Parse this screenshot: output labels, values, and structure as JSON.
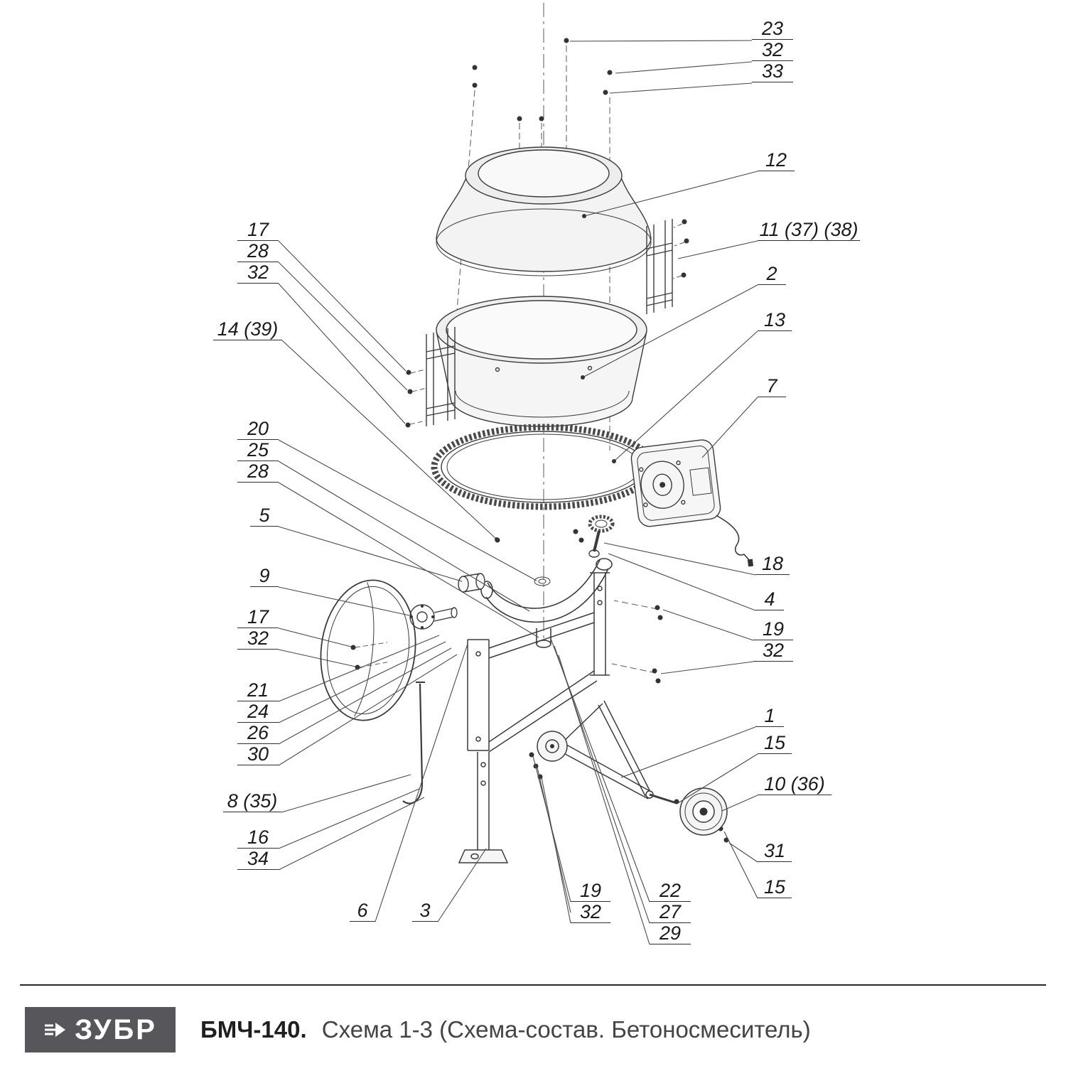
{
  "document": {
    "brand": "ЗУБР",
    "model": "БМЧ-140.",
    "schema_title": "Схема 1-3 (Схема-состав. Бетоносмеситель)"
  },
  "callouts": [
    {
      "labels": [
        "23",
        "32",
        "33"
      ]
    },
    {
      "labels": [
        "12"
      ]
    },
    {
      "labels": [
        "11 (37) (38)"
      ]
    },
    {
      "labels": [
        "2"
      ]
    },
    {
      "labels": [
        "13"
      ]
    },
    {
      "labels": [
        "7"
      ]
    },
    {
      "labels": [
        "18"
      ]
    },
    {
      "labels": [
        "4"
      ]
    },
    {
      "labels": [
        "19",
        "32"
      ]
    },
    {
      "labels": [
        "1"
      ]
    },
    {
      "labels": [
        "15"
      ]
    },
    {
      "labels": [
        "10 (36)"
      ]
    },
    {
      "labels": [
        "31"
      ]
    },
    {
      "labels": [
        "15"
      ]
    },
    {
      "labels": [
        "17",
        "28",
        "32"
      ]
    },
    {
      "labels": [
        "14 (39)"
      ]
    },
    {
      "labels": [
        "20",
        "25",
        "28"
      ]
    },
    {
      "labels": [
        "5"
      ]
    },
    {
      "labels": [
        "9"
      ]
    },
    {
      "labels": [
        "17",
        "32"
      ]
    },
    {
      "labels": [
        "21",
        "24",
        "26",
        "30"
      ]
    },
    {
      "labels": [
        "8 (35)"
      ]
    },
    {
      "labels": [
        "16",
        "34"
      ]
    },
    {
      "labels": [
        "6"
      ]
    },
    {
      "labels": [
        "3"
      ]
    },
    {
      "labels": [
        "19",
        "32"
      ]
    },
    {
      "labels": [
        "22",
        "27",
        "29"
      ]
    }
  ]
}
